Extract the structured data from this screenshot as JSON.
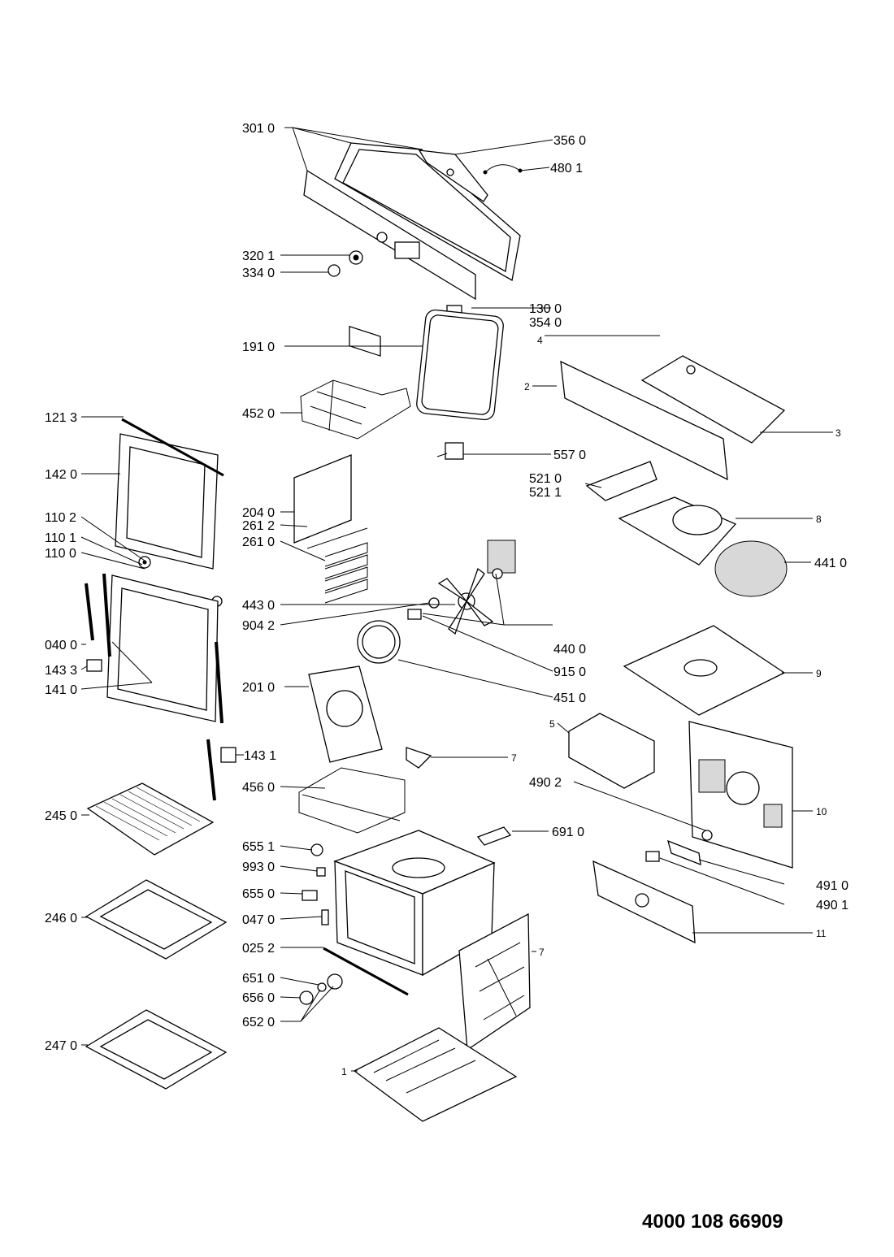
{
  "document_number": "4000 108 66909",
  "part_labels": [
    "301 0",
    "356 0",
    "480 1",
    "320 1",
    "334 0",
    "130 0",
    "354 0",
    "4",
    "191 0",
    "2",
    "3",
    "452 0",
    "121 3",
    "557 0",
    "142 0",
    "521 0",
    "521 1",
    "204 0",
    "110 2",
    "8",
    "261 2",
    "110 1",
    "261 0",
    "110 0",
    "441 0",
    "443 0",
    "904 2",
    "040 0",
    "440 0",
    "915 0",
    "9",
    "143 3",
    "141 0",
    "201 0",
    "451 0",
    "5",
    "143 1",
    "7",
    "456 0",
    "490 2",
    "10",
    "245 0",
    "655 1",
    "691 0",
    "993 0",
    "491 0",
    "655 0",
    "490 1",
    "246 0",
    "047 0",
    "11",
    "025 2",
    "7",
    "651 0",
    "656 0",
    "247 0",
    "652 0",
    "1"
  ]
}
